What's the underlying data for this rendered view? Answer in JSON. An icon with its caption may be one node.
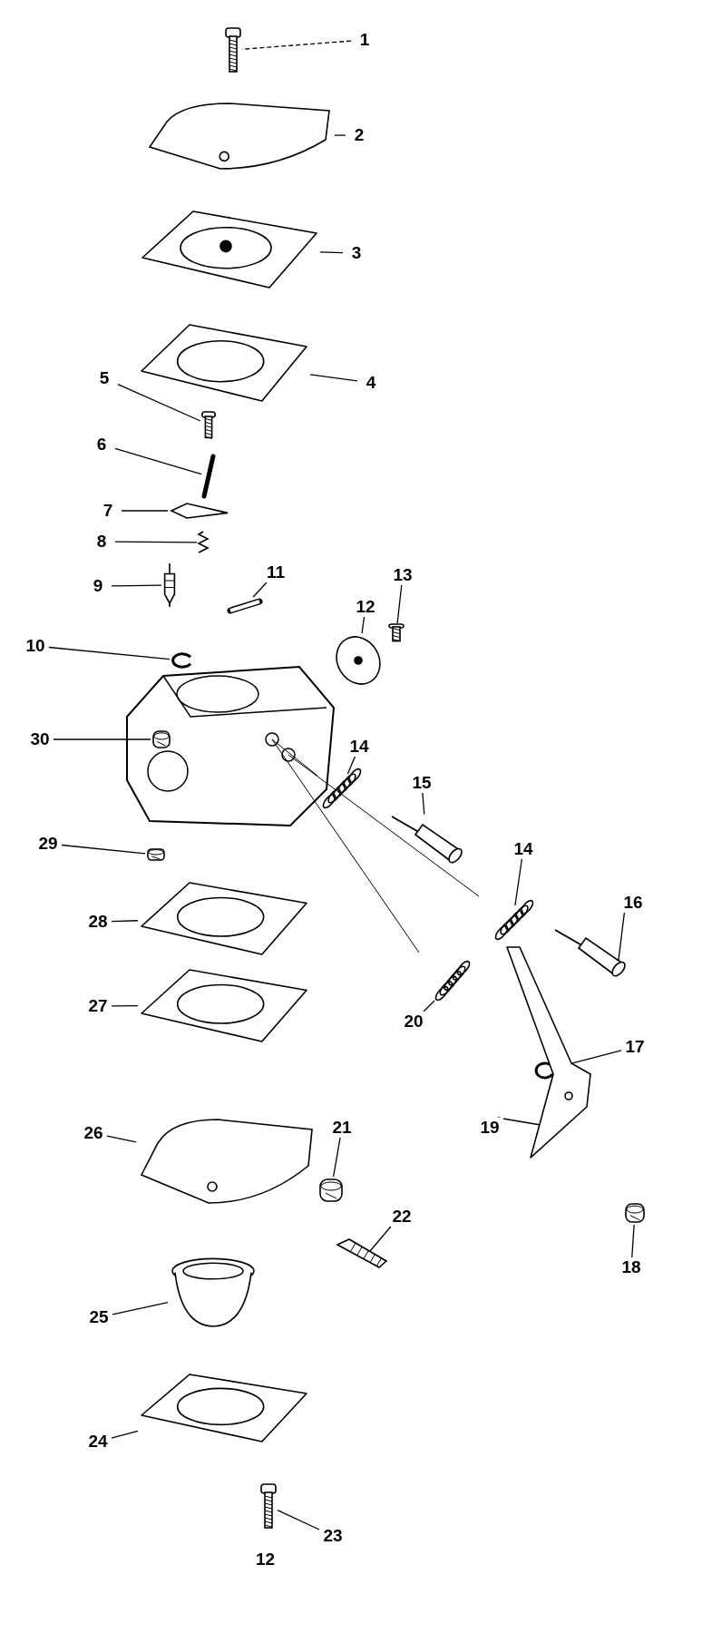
{
  "diagram": {
    "nodes": [
      {
        "text": [
          "1"
        ]
      },
      {
        "text": [
          "2"
        ]
      },
      {
        "text": [
          "3"
        ]
      },
      {
        "text": [
          "4"
        ]
      },
      {
        "text": [
          "5"
        ]
      },
      {
        "text": [
          "6"
        ]
      },
      {
        "text": [
          "7"
        ]
      },
      {
        "text": [
          "8"
        ]
      },
      {
        "text": [
          "11"
        ]
      },
      {
        "text": [
          "13"
        ]
      },
      {
        "text": [
          "9"
        ]
      },
      {
        "text": [
          "12"
        ]
      },
      {
        "text": [
          "10"
        ]
      },
      {
        "text": [
          "30"
        ]
      },
      {
        "text": [
          "14"
        ]
      },
      {
        "text": [
          "15"
        ]
      },
      {
        "text": [
          "29"
        ]
      },
      {
        "text": [
          "14"
        ]
      },
      {
        "text": [
          "16"
        ]
      },
      {
        "text": [
          "28"
        ]
      },
      {
        "text": [
          "27"
        ]
      },
      {
        "text": [
          "20"
        ]
      },
      {
        "text": [
          "17"
        ]
      },
      {
        "text": [
          "19"
        ]
      },
      {
        "text": [
          "26"
        ]
      },
      {
        "text": [
          "21"
        ]
      },
      {
        "text": [
          "22"
        ]
      },
      {
        "text": [
          "18"
        ]
      },
      {
        "text": [
          "25"
        ]
      },
      {
        "text": [
          "24"
        ]
      },
      {
        "text": [
          "23"
        ]
      },
      {
        "text": [],
        "shape": "picture"
      },
      {
        "text": [],
        "shape": "picture"
      },
      {
        "text": [],
        "shape": "picture"
      },
      {
        "text": [],
        "shape": "picture"
      },
      {
        "text": [],
        "shape": "picture"
      },
      {
        "text": [],
        "shape": "picture"
      },
      {
        "text": [],
        "shape": "picture"
      },
      {
        "text": [],
        "shape": "picture"
      },
      {
        "text": [],
        "shape": "picture"
      },
      {
        "text": [],
        "shape": "picture"
      },
      {
        "text": [],
        "shape": "picture"
      },
      {
        "text": [],
        "shape": "picture"
      },
      {
        "text": [],
        "shape": "picture"
      },
      {
        "text": [],
        "shape": "picture"
      },
      {
        "text": [],
        "shape": "picture"
      },
      {
        "text": [],
        "shape": "picture"
      },
      {
        "text": [],
        "shape": "picture"
      },
      {
        "text": [],
        "shape": "picture"
      },
      {
        "text": [],
        "shape": "picture"
      },
      {
        "text": [],
        "shape": "picture"
      },
      {
        "text": [],
        "shape": "picture"
      },
      {
        "text": [],
        "shape": "picture"
      },
      {
        "text": [],
        "shape": "picture"
      },
      {
        "text": [],
        "shape": "picture"
      },
      {
        "text": [],
        "shape": "picture"
      },
      {
        "text": [],
        "shape": "picture"
      },
      {
        "text": [],
        "shape": "picture"
      },
      {
        "text": [],
        "shape": "picture"
      },
      {
        "text": [],
        "shape": "picture"
      },
      {
        "text": [],
        "shape": "picture"
      },
      {
        "text": [],
        "shape": "picture"
      }
    ],
    "edges": [
      {
        "from": 0,
        "to": 31,
        "arrow": "none",
        "style": "dashed"
      },
      {
        "from": 1,
        "to": 32,
        "arrow": "none"
      },
      {
        "from": 2,
        "to": 33,
        "arrow": "none"
      },
      {
        "from": 3,
        "to": 34,
        "arrow": "none"
      },
      {
        "from": 4,
        "to": 35,
        "arrow": "none"
      },
      {
        "from": 5,
        "to": 36,
        "arrow": "none"
      },
      {
        "from": 6,
        "to": 37,
        "arrow": "none"
      },
      {
        "from": 7,
        "to": 38,
        "arrow": "none"
      },
      {
        "from": 8,
        "to": 39,
        "arrow": "none"
      },
      {
        "from": 9,
        "to": 40,
        "arrow": "none"
      },
      {
        "from": 10,
        "to": 41,
        "arrow": "none"
      },
      {
        "from": 11,
        "to": 42,
        "arrow": "none"
      },
      {
        "from": 12,
        "to": 43,
        "arrow": "none"
      },
      {
        "from": 13,
        "to": 44,
        "arrow": "none"
      },
      {
        "from": 14,
        "to": 45,
        "arrow": "none"
      },
      {
        "from": 15,
        "to": 46,
        "arrow": "none"
      },
      {
        "from": 16,
        "to": 47,
        "arrow": "none"
      },
      {
        "from": 17,
        "to": 48,
        "arrow": "none"
      },
      {
        "from": 18,
        "to": 49,
        "arrow": "none"
      },
      {
        "from": 19,
        "to": 50,
        "arrow": "none"
      },
      {
        "from": 20,
        "to": 51,
        "arrow": "none"
      },
      {
        "from": 21,
        "to": 52,
        "arrow": "none"
      },
      {
        "from": 22,
        "to": 53,
        "arrow": "none"
      },
      {
        "from": 23,
        "to": 54,
        "arrow": "none"
      },
      {
        "from": 24,
        "to": 55,
        "arrow": "none"
      },
      {
        "from": 25,
        "to": 56,
        "arrow": "none"
      },
      {
        "from": 26,
        "to": 57,
        "arrow": "none"
      },
      {
        "from": 27,
        "to": 58,
        "arrow": "none"
      },
      {
        "from": 28,
        "to": 59,
        "arrow": "none"
      },
      {
        "from": 29,
        "to": 60,
        "arrow": "none"
      },
      {
        "from": 30,
        "to": 61,
        "arrow": "none"
      }
    ],
    "labels": [
      "12"
    ]
  }
}
